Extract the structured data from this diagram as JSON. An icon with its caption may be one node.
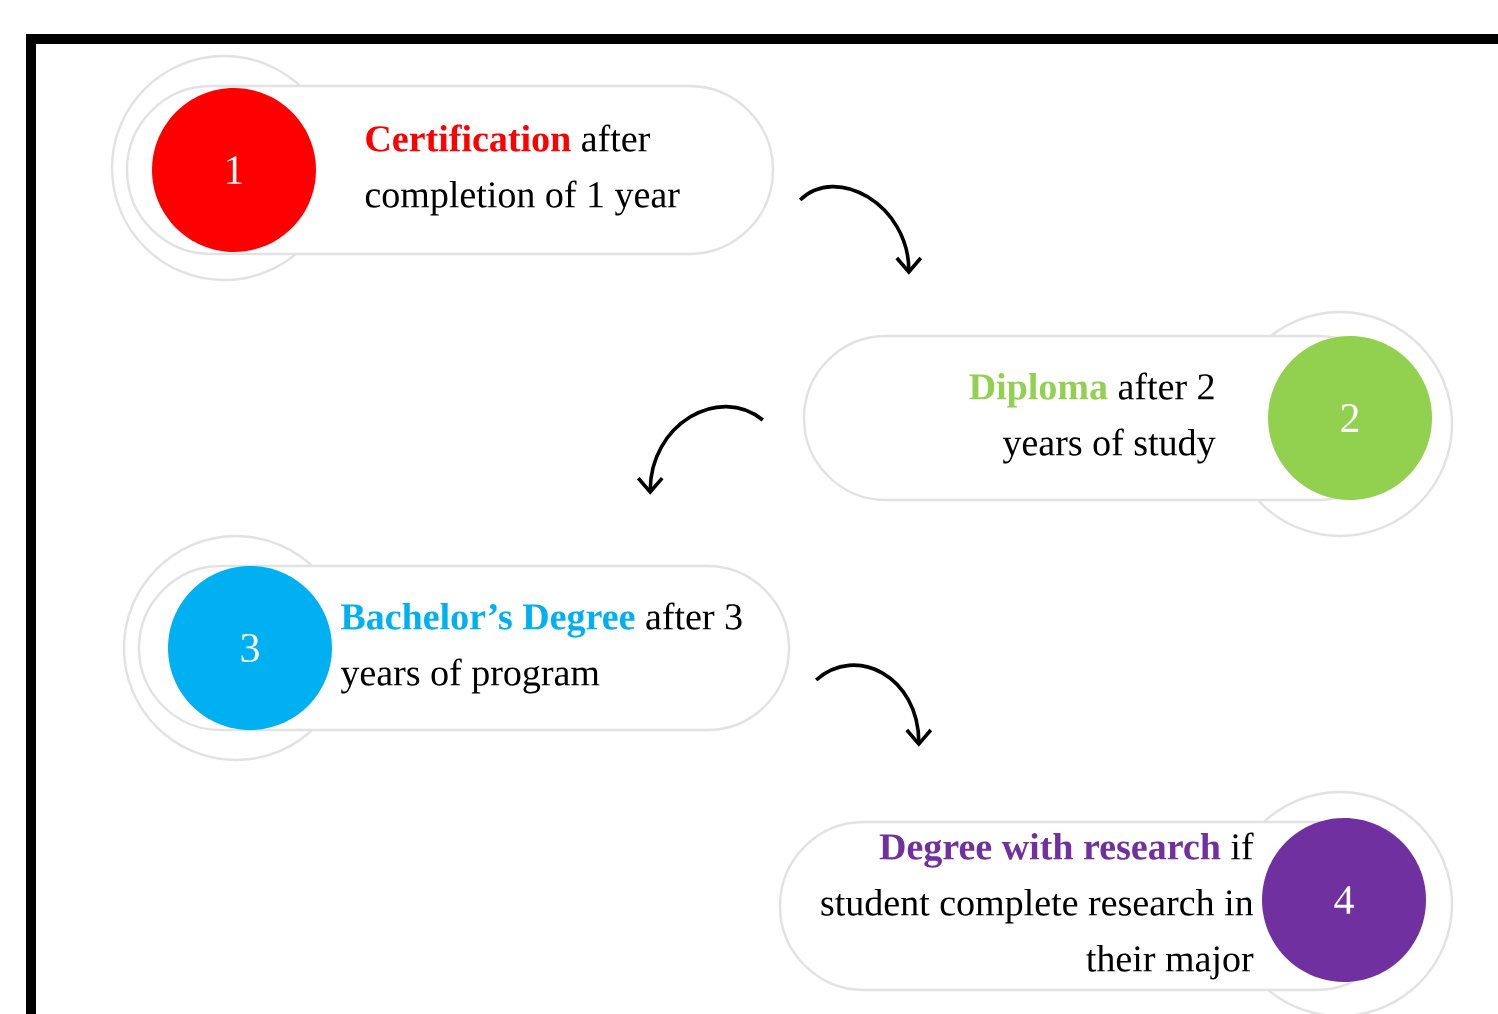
{
  "diagram": {
    "nodes": [
      {
        "text": [
          "Certification",
          "after completion of 1 year"
        ]
      },
      {
        "text": [
          "1"
        ],
        "in": 0
      },
      {
        "text": [
          "Diploma",
          "after 2 years of study"
        ]
      },
      {
        "text": [
          "2"
        ],
        "in": 2
      },
      {
        "text": [
          "Bachelor’s Degree",
          "after 3 years of program"
        ]
      },
      {
        "text": [
          "3"
        ],
        "in": 4
      },
      {
        "text": [
          "Degree with research",
          "if student complete research in their major"
        ]
      },
      {
        "text": [
          "4"
        ],
        "in": 6
      }
    ],
    "edges": [
      {
        "from": 0,
        "to": 2,
        "arrow": "to"
      },
      {
        "from": 2,
        "to": 4,
        "arrow": "to"
      },
      {
        "from": 4,
        "to": 6,
        "arrow": "to"
      }
    ]
  }
}
